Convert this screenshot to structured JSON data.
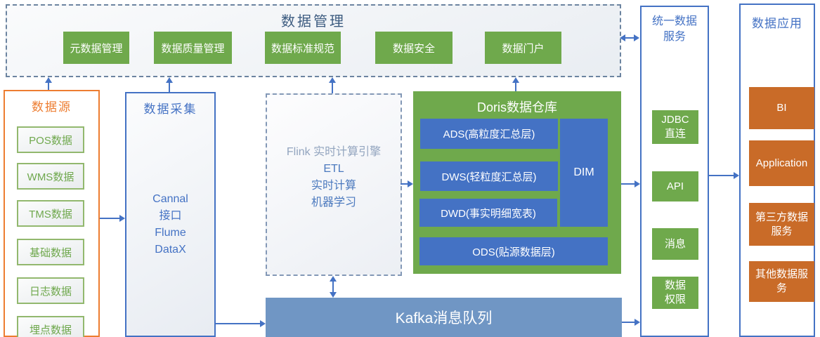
{
  "colors": {
    "green": "#6FA94C",
    "blue": "#4472C4",
    "steel_blue": "#7096C4",
    "orange_fill": "#C96B28",
    "orange_border": "#ED7D31",
    "arrow": "#4472C4"
  },
  "data_management": {
    "title": "数据管理",
    "items": [
      "元数据管理",
      "数据质量管理",
      "数据标准规范",
      "数据安全",
      "数据门户"
    ]
  },
  "data_source": {
    "title": "数据源",
    "items": [
      "POS数据",
      "WMS数据",
      "TMS数据",
      "基础数据",
      "日志数据",
      "埋点数据"
    ]
  },
  "data_collection": {
    "title": "数据采集",
    "lines": [
      "Cannal",
      "接口",
      "Flume",
      "DataX"
    ]
  },
  "realtime_compute": {
    "lines": [
      "Flink 实时计算引擎",
      "ETL",
      "实时计算",
      "机器学习"
    ]
  },
  "doris": {
    "title": "Doris数据仓库",
    "ads": "ADS(高粒度汇总层)",
    "dws": "DWS(轻粒度汇总层)",
    "dwd": "DWD(事实明细宽表)",
    "dim": "DIM",
    "ods": "ODS(贴源数据层)"
  },
  "kafka": {
    "label": "Kafka消息队列"
  },
  "unified_service": {
    "title": {
      "lines": [
        "统一数据",
        "服务"
      ]
    },
    "items": [
      {
        "lines": [
          "JDBC",
          "直连"
        ]
      },
      {
        "lines": [
          "API"
        ]
      },
      {
        "lines": [
          "消息"
        ]
      },
      {
        "lines": [
          "数据",
          "权限"
        ]
      }
    ]
  },
  "data_application": {
    "title": "数据应用",
    "items": [
      {
        "lines": [
          "BI"
        ]
      },
      {
        "lines": [
          "Application"
        ]
      },
      {
        "lines": [
          "第三方数据",
          "服务"
        ]
      },
      {
        "lines": [
          "其他数据服",
          "务"
        ]
      }
    ]
  }
}
